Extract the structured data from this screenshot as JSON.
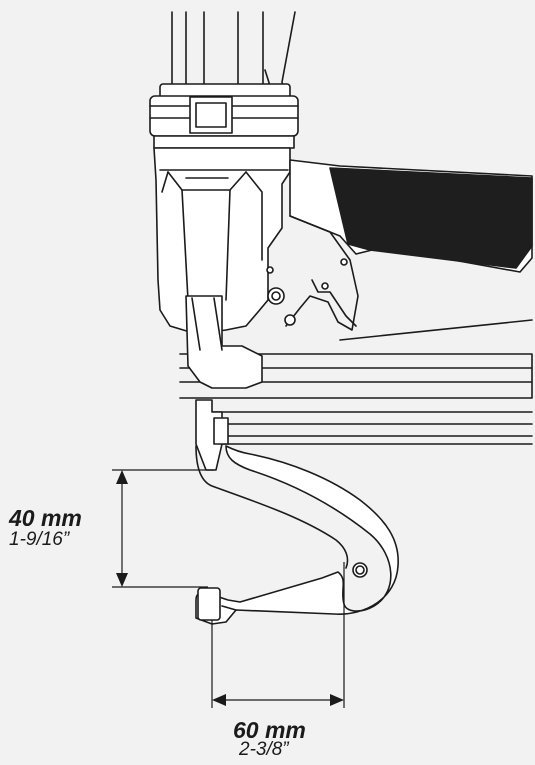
{
  "dimensions": {
    "height": {
      "metric": "40 mm",
      "imperial": "1-9/16”"
    },
    "width": {
      "metric": "60 mm",
      "imperial": "2-3/8”"
    }
  },
  "colors": {
    "background": "#f2f2f2",
    "line": "#1b1b1b",
    "grip": "#1e1e1e",
    "body_fill": "#ffffff"
  },
  "icons": [
    "stapler-tool-drawing",
    "dimension-arrow"
  ]
}
